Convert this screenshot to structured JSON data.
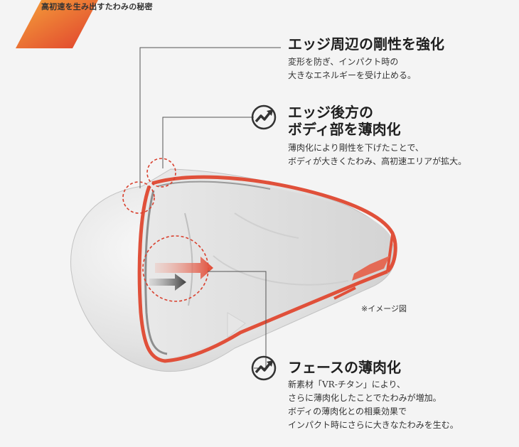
{
  "header": {
    "label": "高初速を生み出すたわみの秘密"
  },
  "callout_edge_rigidity": {
    "title": "エッジ周辺の剛性を強化",
    "lines": [
      "変形を防ぎ、インパクト時の",
      "大きなエネルギーを受け止める。"
    ]
  },
  "callout_body_thin": {
    "title_lines": [
      "エッジ後方の",
      "ボディ部を薄肉化"
    ],
    "lines": [
      "薄肉化により剛性を下げたことで、",
      "ボディが大きくたわみ、高初速エリアが拡大。"
    ]
  },
  "callout_face_thin": {
    "title": "フェースの薄肉化",
    "lines": [
      "新素材「VR-チタン」により、",
      "さらに薄肉化したことでたわみが増加。",
      "ボディの薄肉化との相乗効果で",
      "インパクト時にさらに大きなたわみを生む。"
    ]
  },
  "note": "※イメージ図",
  "colors": {
    "accent_red": "#e0503a",
    "ring_red": "#d9402e",
    "arrow_dark": "#4a4a4a",
    "shell_gray": "#d6d6d6"
  },
  "icons": [
    "upward-trend-arrow-icon"
  ]
}
